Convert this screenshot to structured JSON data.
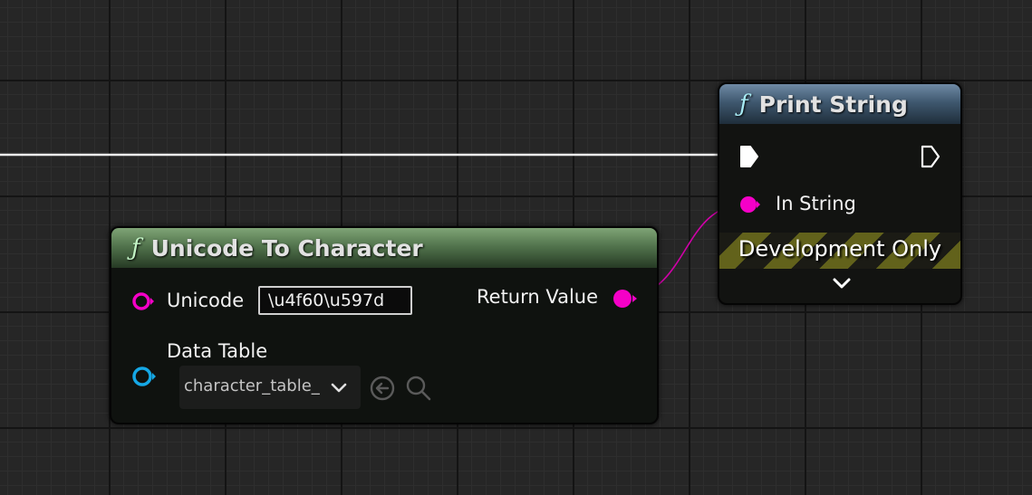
{
  "colors": {
    "exec_wire": "#f2f2f2",
    "string_pin": "#f500c7",
    "datatable_pin": "#15a8e6",
    "print_header": "#4c6781",
    "function_header": "#5a7f54",
    "dev_stripe": "#62621b"
  },
  "print_string": {
    "icon": "function-icon",
    "title": "Print String",
    "in_string_label": "In String",
    "dev_banner": "Development Only",
    "expand_icon": "chevron-down-icon"
  },
  "unicode_to_character": {
    "icon": "function-icon",
    "title": "Unicode To Character",
    "unicode_label": "Unicode",
    "unicode_value": "\\u4f60\\u597d",
    "return_value_label": "Return Value",
    "data_table_label": "Data Table",
    "data_table_selected": "character_table_",
    "dropdown_icon": "chevron-down-icon",
    "use_selected_icon": "arrow-left-circle-icon",
    "browse_icon": "search-icon"
  }
}
